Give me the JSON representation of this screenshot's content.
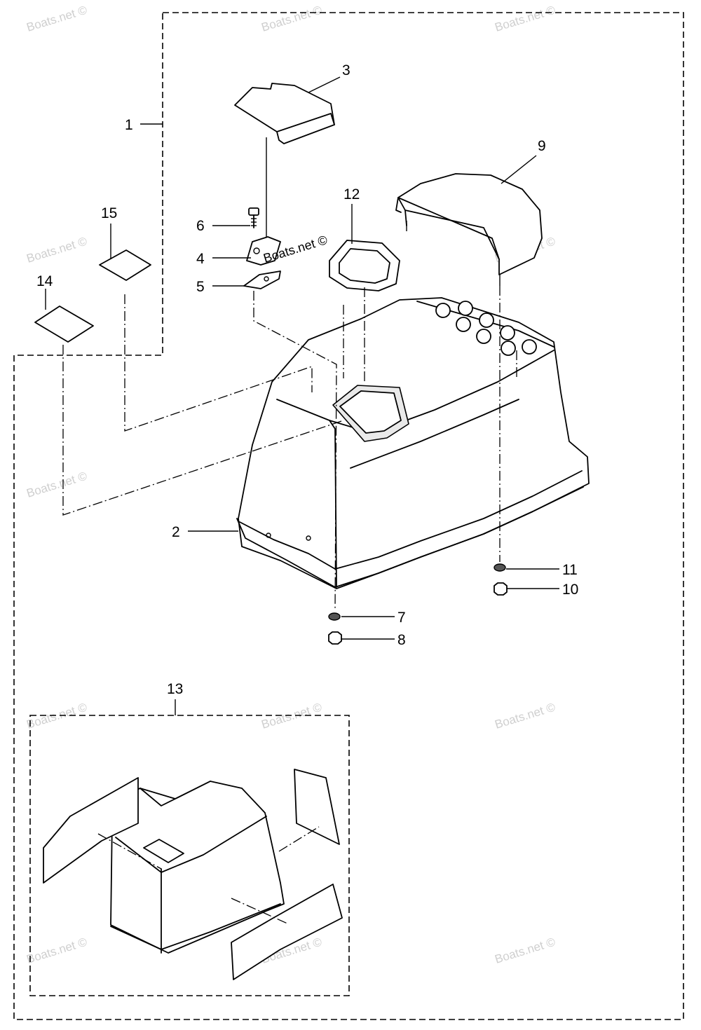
{
  "watermark": "Boats.net ©",
  "callouts": {
    "c1": "1",
    "c2": "2",
    "c3": "3",
    "c4": "4",
    "c5": "5",
    "c6": "6",
    "c7": "7",
    "c8": "8",
    "c9": "9",
    "c10": "10",
    "c11": "11",
    "c12": "12",
    "c13": "13",
    "c14": "14",
    "c15": "15"
  }
}
